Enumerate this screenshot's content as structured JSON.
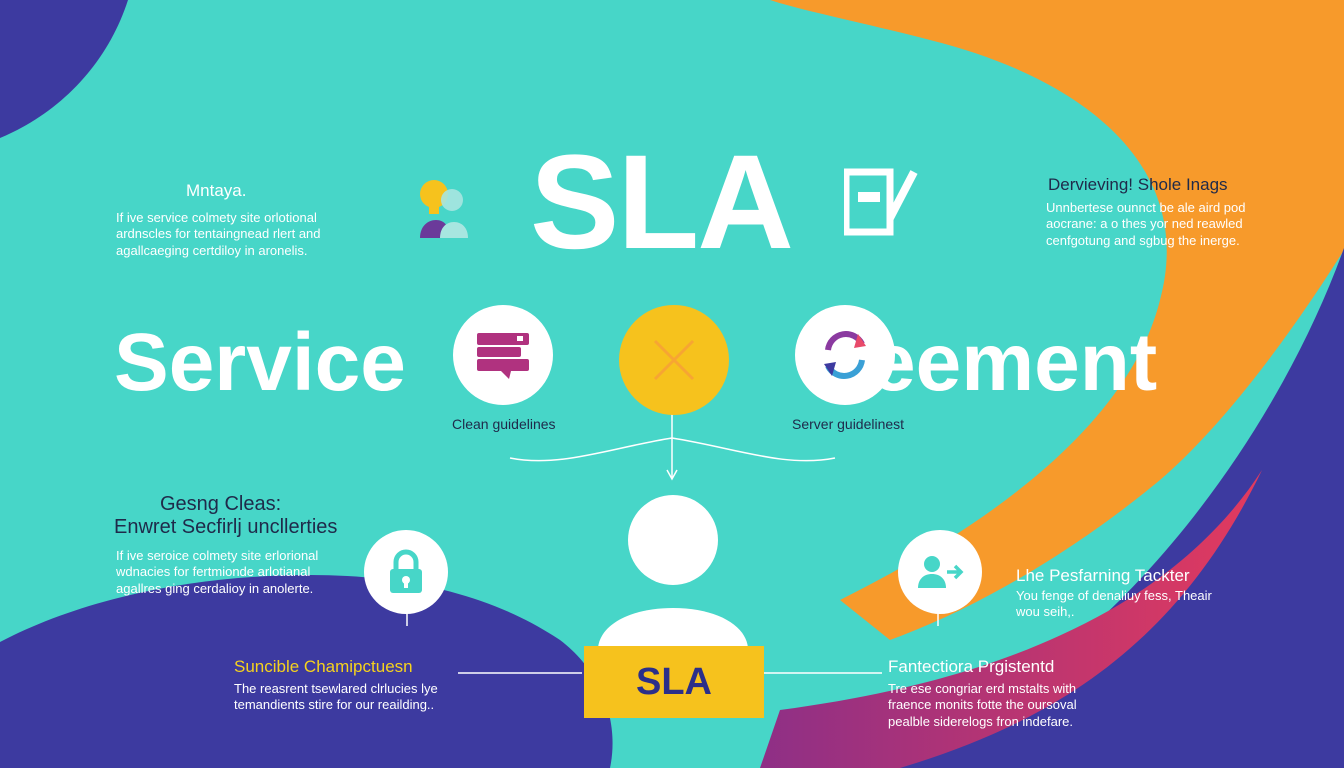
{
  "title": "SLA",
  "word_left": "Service",
  "word_right": "eement",
  "top_left": {
    "heading": "Mntaya.",
    "lines": [
      "If ive service colmety site orlotional",
      "ardnscles for tentaingnead rlert and",
      "agallcaeging certdiloy in aronelis."
    ]
  },
  "top_right": {
    "heading": "Dervieving! Shole Inags",
    "lines": [
      "Unnbertese ounnct be ale aird pod",
      "aocrane: a o thes yor ned reawled",
      "cenfgotung and sgbug the inerge."
    ]
  },
  "captions": {
    "left": "Clean guidelines",
    "right": "Server guidelinest"
  },
  "mid_left": {
    "heading_1": "Gesng Cleas:",
    "heading_2": "Enwret Secfirlj uncllerties",
    "lines": [
      "If ive seroice colmety site erlorional",
      "wdnacies for fertmionde arlotianal",
      "agallres ging cerdalioy in anolerte."
    ]
  },
  "mid_right": {
    "heading": "Lhe Pesfarning Tackter",
    "lines": [
      "You fenge of denaliuy fess, Theair",
      "wou seih,."
    ]
  },
  "bottom_left": {
    "heading": "Suncible Chamipctuesn",
    "lines": [
      "The reasrent tsewlared clrlucies lye",
      "temandients stire for our reailding.."
    ]
  },
  "bottom_right": {
    "heading": "Fantectiora Prgistentd",
    "lines": [
      "Tre ese congriar erd mstalts with",
      "fraence monits fotte the oursoval",
      "pealble siderelogs fron indefare."
    ]
  },
  "sla_box": "SLA",
  "colors": {
    "teal": "#47d6c8",
    "orange": "#f79a2b",
    "navy": "#3d3aa0",
    "magenta": "#c2306a",
    "yellow": "#f6c21d",
    "purple": "#9b2f82"
  },
  "icons": [
    "lightbulb-person-icon",
    "checkbox-icon",
    "chat-bubble-icon",
    "x-icon",
    "refresh-arrows-icon",
    "lock-icon",
    "person-arrow-icon",
    "person-icon"
  ]
}
